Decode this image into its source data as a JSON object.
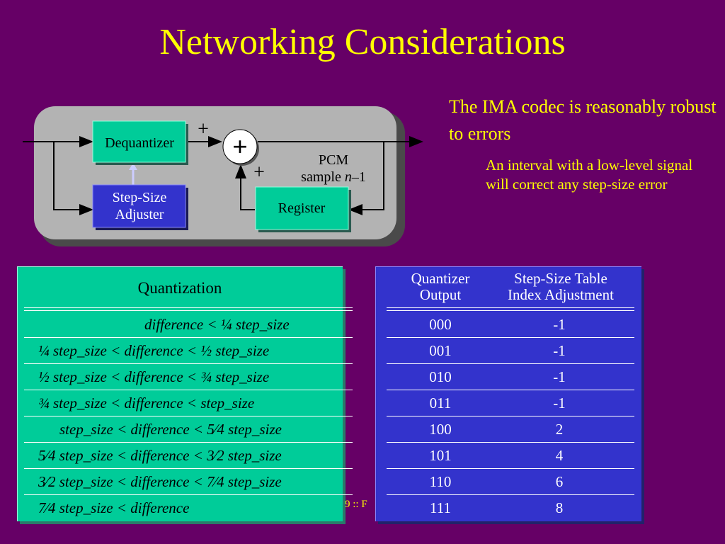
{
  "title": "Networking Considerations",
  "bullet": "The IMA codec is reasonably robust to errors",
  "sub_bullet": "An interval with a low-level signal will correct any step-size error",
  "footer": "-9 :: F",
  "diagram": {
    "dequantizer": "Dequantizer",
    "step_size_adjuster_1": "Step-Size",
    "step_size_adjuster_2": "Adjuster",
    "register": "Register",
    "adder": "+",
    "plus_top": "+",
    "plus_bottom": "+",
    "pcm_1": "PCM",
    "pcm_2a": "sample ",
    "pcm_2b": "n",
    "pcm_2c": "–1",
    "colors": {
      "panel": "#b3b3b3",
      "green_box": "#00cc99",
      "blue_box": "#3333cc"
    }
  },
  "quantization": {
    "header": "Quantization",
    "rows": [
      "difference < ¼ step_size",
      "¼ step_size < difference < ½ step_size",
      "½ step_size < difference < ¾ step_size",
      "¾ step_size < difference < step_size",
      "step_size < difference < 5⁄4 step_size",
      "5⁄4 step_size < difference < 3⁄2 step_size",
      "3⁄2 step_size < difference < 7⁄4 step_size",
      "7⁄4 step_size < difference"
    ]
  },
  "adjustment": {
    "header_col1_line1": "Quantizer",
    "header_col1_line2": "Output",
    "header_col2_line1": "Step-Size Table",
    "header_col2_line2": "Index Adjustment",
    "rows": [
      {
        "output": "000",
        "adjust": "-1"
      },
      {
        "output": "001",
        "adjust": "-1"
      },
      {
        "output": "010",
        "adjust": "-1"
      },
      {
        "output": "011",
        "adjust": "-1"
      },
      {
        "output": "100",
        "adjust": "2"
      },
      {
        "output": "101",
        "adjust": "4"
      },
      {
        "output": "110",
        "adjust": "6"
      },
      {
        "output": "111",
        "adjust": "8"
      }
    ]
  }
}
